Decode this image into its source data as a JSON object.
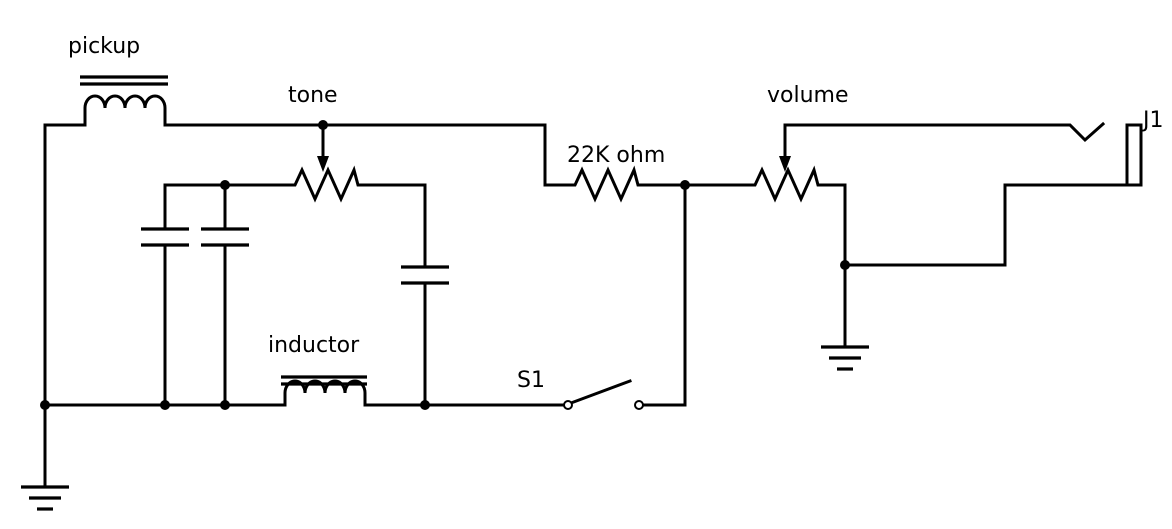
{
  "diagram": {
    "labels": {
      "pickup": "pickup",
      "tone": "tone",
      "resistor": "22K ohm",
      "volume": "volume",
      "jack": "J1",
      "inductor": "inductor",
      "switch": "S1"
    }
  }
}
